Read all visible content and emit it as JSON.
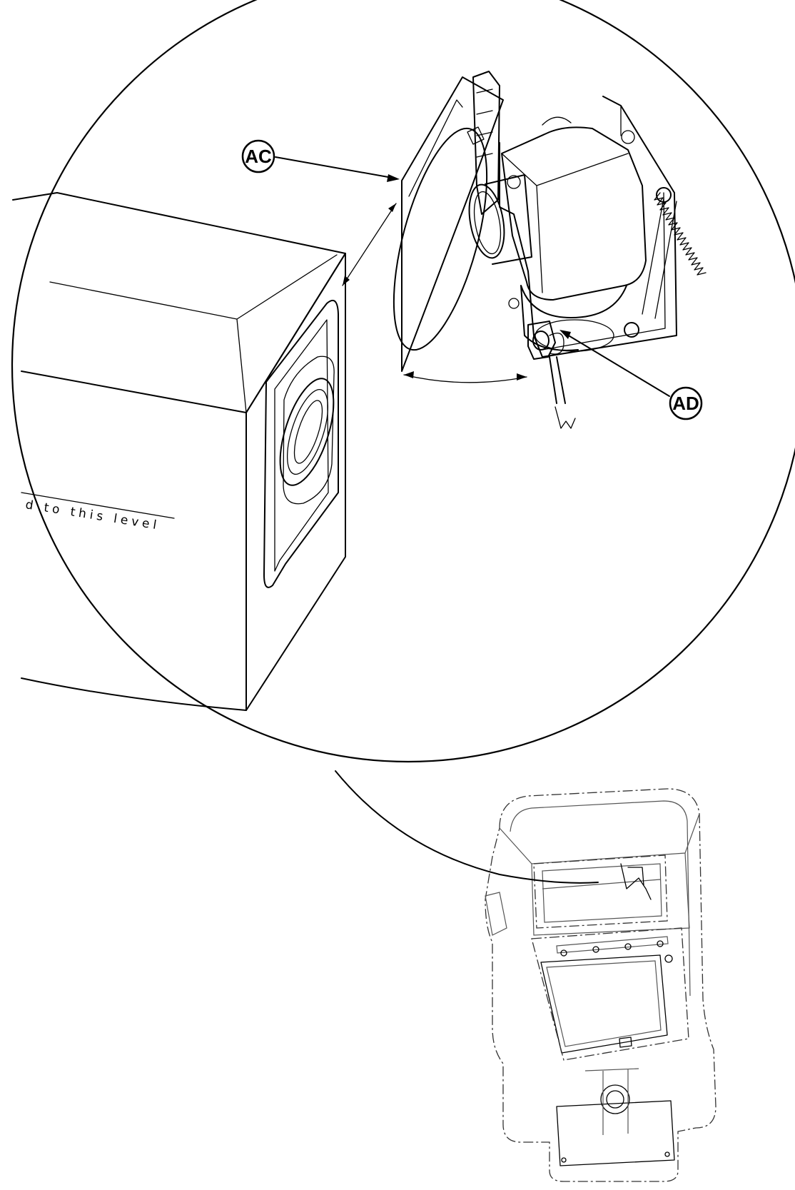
{
  "callouts": {
    "ac": "AC",
    "ad": "AD"
  },
  "annotation": {
    "level_text": "d to this level"
  },
  "colors": {
    "line": "#000000",
    "background": "#ffffff"
  }
}
